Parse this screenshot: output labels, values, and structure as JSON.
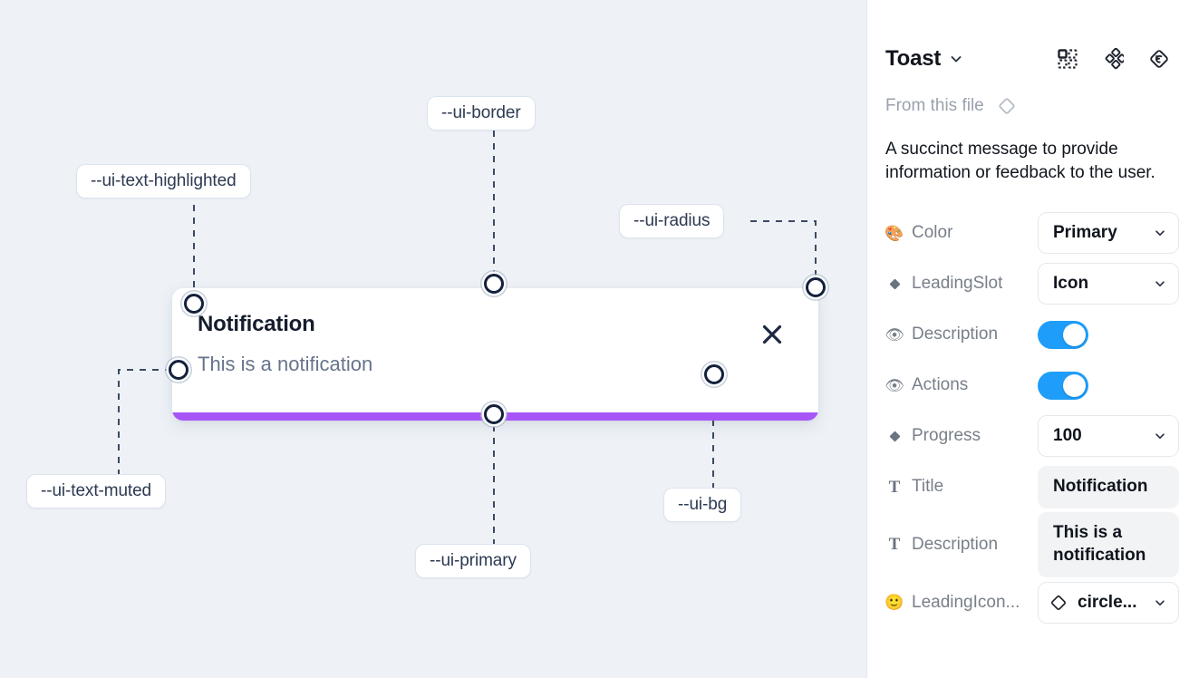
{
  "canvas": {
    "background_color": "#eef2f7",
    "toast": {
      "title": "Notification",
      "description": "This is a notification",
      "close_icon": "close-x-icon",
      "progress_color": "#a855f7",
      "background_color": "#ffffff"
    },
    "annotations": [
      {
        "id": "ui-text-highlighted",
        "label": "--ui-text-highlighted"
      },
      {
        "id": "ui-border",
        "label": "--ui-border"
      },
      {
        "id": "ui-radius",
        "label": "--ui-radius"
      },
      {
        "id": "ui-text-muted",
        "label": "--ui-text-muted"
      },
      {
        "id": "ui-primary",
        "label": "--ui-primary"
      },
      {
        "id": "ui-bg",
        "label": "--ui-bg"
      }
    ]
  },
  "panel": {
    "title": "Toast",
    "title_caret_icon": "chevron-down-icon",
    "header_icons": [
      {
        "name": "variants-grid-icon"
      },
      {
        "name": "component-cluster-icon"
      },
      {
        "name": "reset-instance-icon"
      }
    ],
    "from_this_file": {
      "label": "From this file",
      "icon": "component-diamond-icon"
    },
    "description": "A succinct message to provide information or feedback to the user.",
    "properties": [
      {
        "name": "color",
        "icon": "palette-emoji",
        "icon_glyph": "🎨",
        "label": "Color",
        "control": "select",
        "value": "Primary"
      },
      {
        "name": "leading-slot",
        "icon": "diamond-icon",
        "icon_glyph": "◆",
        "label": "LeadingSlot",
        "control": "select",
        "value": "Icon"
      },
      {
        "name": "description",
        "icon": "eye-emoji",
        "icon_glyph": "👁",
        "label": "Description",
        "control": "toggle",
        "value": "on",
        "accent_color": "#1e9dfa"
      },
      {
        "name": "actions",
        "icon": "eye-emoji",
        "icon_glyph": "👁",
        "label": "Actions",
        "control": "toggle",
        "value": "on",
        "accent_color": "#1e9dfa"
      },
      {
        "name": "progress",
        "icon": "diamond-icon",
        "icon_glyph": "◆",
        "label": "Progress",
        "control": "select",
        "value": "100"
      },
      {
        "name": "title",
        "icon": "text-t-icon",
        "icon_glyph": "T",
        "label": "Title",
        "control": "textbox",
        "value": "Notification"
      },
      {
        "name": "description-text",
        "icon": "text-t-icon",
        "icon_glyph": "T",
        "label": "Description",
        "control": "textbox",
        "value": "This is a notification"
      },
      {
        "name": "leading-icon",
        "icon": "smiley-emoji",
        "icon_glyph": "🙂",
        "label": "LeadingIcon...",
        "control": "select-with-icon",
        "value": "circle...",
        "value_icon": "component-diamond-icon"
      }
    ]
  }
}
